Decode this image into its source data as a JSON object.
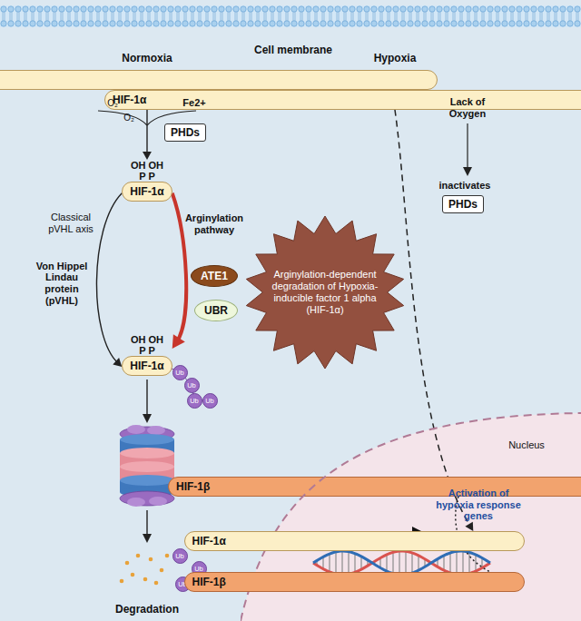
{
  "diagram": {
    "nodes": [
      {
        "text": [
          "HIF-1α"
        ]
      },
      {
        "text": [
          "PHDs"
        ]
      },
      {
        "text": [
          "OH OH",
          "P P",
          "HIF-1α"
        ]
      },
      {
        "text": [
          "ATE1"
        ]
      },
      {
        "text": [
          "UBR"
        ]
      },
      {
        "text": [
          "Arginylation-dependent degradation of Hypoxia- inducible factor 1 alpha (HIF-1α)"
        ]
      },
      {
        "text": [
          "OH OH",
          "P P",
          "HIF-1α"
        ]
      },
      {
        "text": [
          "Ub"
        ]
      },
      {
        "text": [
          "Ub"
        ]
      },
      {
        "text": [
          "Ub"
        ]
      },
      {
        "text": [
          "Ub"
        ]
      },
      {
        "text": [
          "Ub"
        ]
      },
      {
        "text": [
          "Ub"
        ]
      },
      {
        "text": [
          "Ub"
        ]
      },
      {
        "text": [
          "HIF-1α"
        ]
      },
      {
        "text": [
          "PHDs"
        ]
      },
      {
        "text": [
          "HIF-1β"
        ]
      },
      {
        "text": [
          "Nucleus"
        ]
      },
      {
        "text": [
          "HIF-1α"
        ],
        "in": 17
      },
      {
        "text": [
          "HIF-1β"
        ],
        "in": 17
      }
    ],
    "edges": [
      {
        "from": 0,
        "to": 2,
        "arrow": "to"
      },
      {
        "from": 2,
        "to": 6,
        "arrow": "to"
      },
      {
        "from": 2,
        "to": 6,
        "arrow": "to"
      },
      {
        "from": 14,
        "to": 18,
        "arrow": "to"
      },
      {
        "from": 16,
        "to": 19,
        "arrow": "to"
      }
    ],
    "labels": [
      "Cell membrane",
      "Normoxia",
      "O₂",
      "O₂",
      "Fe2+",
      "Classical pVHL axis",
      "Von Hippel Lindau protein (pVHL)",
      "Arginylation pathway",
      "Degradation",
      "Hypoxia",
      "Lack of Oxygen",
      "inactivates",
      "Activation of hypoxia response genes"
    ]
  }
}
